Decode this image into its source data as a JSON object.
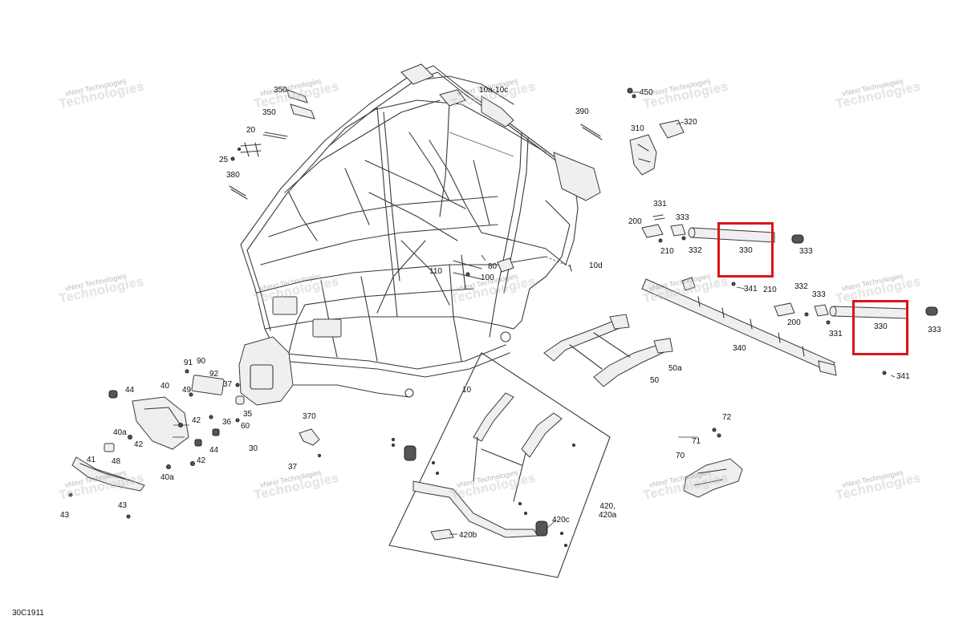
{
  "figure_code": "30C1911",
  "watermark": {
    "line1": "vNext",
    "line2": "Technologies",
    "small": "vNext Technologies"
  },
  "highlight_color": "#d8151b",
  "callouts": {
    "c350a": "350",
    "c350b": "350",
    "c10a_10c": "10a-10c",
    "c450": "450",
    "c20": "20",
    "c25": "25",
    "c380": "380",
    "c390": "390",
    "c310": "310",
    "c320": "320",
    "c331a": "331",
    "c333a": "333",
    "c200a": "200",
    "c210a": "210",
    "c332a": "332",
    "c330a": "330",
    "c333b": "333",
    "c10d": "10d",
    "c80": "80",
    "c110": "110",
    "c100": "100",
    "c341a": "341",
    "c210b": "210",
    "c332b": "332",
    "c333c": "333",
    "c200b": "200",
    "c331b": "331",
    "c330b": "330",
    "c333d": "333",
    "c340": "340",
    "c341b": "341",
    "c50a": "50a",
    "c50": "50",
    "c10": "10",
    "c91": "91",
    "c90": "90",
    "c92": "92",
    "c44a": "44",
    "c40": "40",
    "c49": "49",
    "c37a": "37",
    "c35": "35",
    "c36": "36",
    "c60": "60",
    "c30": "30",
    "c40a_a": "40a",
    "c42a": "42",
    "c48": "48",
    "c41": "41",
    "c44b": "44",
    "c42b": "42",
    "c40a_b": "40a",
    "c370": "370",
    "c37b": "37",
    "c43a": "43",
    "c43b": "43",
    "c72": "72",
    "c71": "71",
    "c70": "70",
    "c420_420a": "420,\n420a",
    "c420c": "420c",
    "c420b": "420b"
  }
}
